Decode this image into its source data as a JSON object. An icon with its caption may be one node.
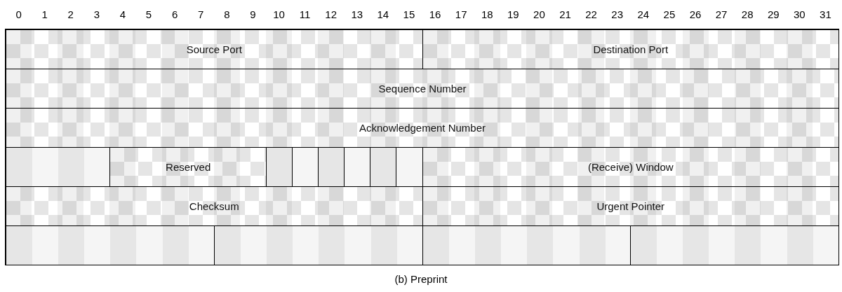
{
  "diagram": {
    "caption": "(b) Preprint",
    "nodes": [
      {
        "text": [
          "Source Port"
        ]
      },
      {
        "text": [
          "Destination Port"
        ]
      },
      {
        "text": [
          "Sequence Number"
        ]
      },
      {
        "text": [
          "Acknowledgement Number"
        ]
      },
      {
        "text": [],
        "shape": "box"
      },
      {
        "text": [
          "Reserved"
        ]
      },
      {
        "text": [],
        "shape": "box"
      },
      {
        "text": [],
        "shape": "box"
      },
      {
        "text": [],
        "shape": "box"
      },
      {
        "text": [],
        "shape": "box"
      },
      {
        "text": [],
        "shape": "box"
      },
      {
        "text": [],
        "shape": "box"
      },
      {
        "text": [
          "(Receive) Window"
        ]
      },
      {
        "text": [
          "Checksum"
        ]
      },
      {
        "text": [
          "Urgent Pointer"
        ]
      },
      {
        "text": [],
        "shape": "box"
      },
      {
        "text": [],
        "shape": "box"
      },
      {
        "text": [],
        "shape": "box"
      },
      {
        "text": [],
        "shape": "box"
      }
    ],
    "labels": [
      "0",
      "1",
      "2",
      "3",
      "4",
      "5",
      "6",
      "7",
      "8",
      "9",
      "10",
      "11",
      "12",
      "13",
      "14",
      "15",
      "16",
      "17",
      "18",
      "19",
      "20",
      "21",
      "22",
      "23",
      "24",
      "25",
      "26",
      "27",
      "28",
      "29",
      "30",
      "31"
    ]
  }
}
